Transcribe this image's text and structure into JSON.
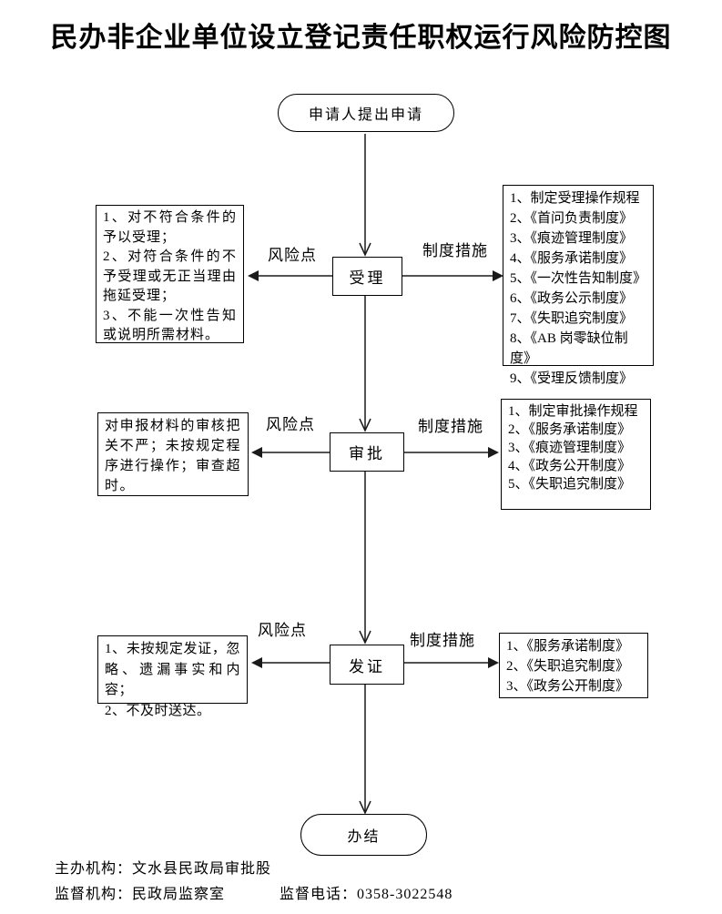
{
  "title": "民办非企业单位设立登记责任职权运行风险防控图",
  "flow": {
    "start_label": "申请人提出申请",
    "end_label": "办结",
    "stages": [
      {
        "name": "受理",
        "risk_label": "风险点",
        "measure_label": "制度措施",
        "risks": "1、对不符合条件的予以受理；\n2、对符合条件的不予受理或无正当理由拖延受理；\n3、不能一次性告知或说明所需材料。",
        "measures": "1、制定受理操作规程\n2、《首问负责制度》\n3、《痕迹管理制度》\n4、《服务承诺制度》\n5、《一次性告知制度》\n6、《政务公示制度》\n7、《失职追究制度》\n8、《AB 岗零缺位制度》\n9、《受理反馈制度》"
      },
      {
        "name": "审批",
        "risk_label": "风险点",
        "measure_label": "制度措施",
        "risks": "对申报材料的审核把关不严；未按规定程序进行操作；审查超时。",
        "measures": "1、制定审批操作规程\n2、《服务承诺制度》\n3、《痕迹管理制度》\n4、《政务公开制度》\n5、《失职追究制度》"
      },
      {
        "name": "发证",
        "risk_label": "风险点",
        "measure_label": "制度措施",
        "risks": "1、未按规定发证，忽略、遗漏事实和内容；\n2、不及时送达。",
        "measures": "1、《服务承诺制度》\n2、《失职追究制度》\n3、《政务公开制度》"
      }
    ]
  },
  "footer": {
    "organizer_line": "主办机构：文水县民政局审批股",
    "supervisor_line": "监督机构：民政局监察室",
    "phone_line": "监督电话：0358-3022548"
  },
  "colors": {
    "line": "#1a1a1a",
    "background": "#ffffff",
    "text": "#000000"
  }
}
